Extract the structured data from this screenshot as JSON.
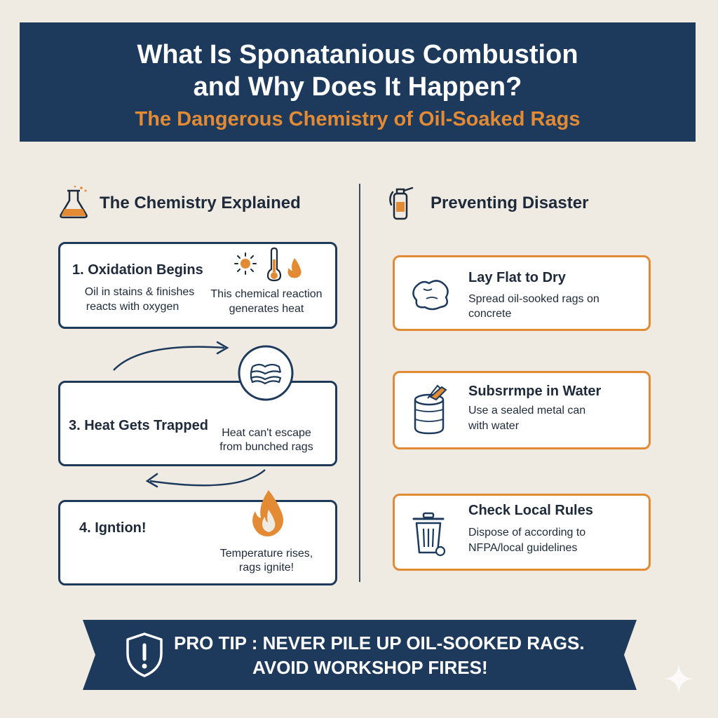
{
  "header": {
    "title_line1": "What Is Sponataniоus Combustion",
    "title_line2": "and Why Does It Happen?",
    "subtitle": "The Dangerous Chemistry of Oil-Soaked Rags"
  },
  "left": {
    "title": "The Chemistry Explained",
    "icon": "flask-icon",
    "step1": {
      "title": "1. Oxidation Begins",
      "left_text": [
        "Oil in stains & finishes",
        "reacts with oxygen"
      ],
      "right_text": [
        "This chemical reaction",
        "generates heat"
      ],
      "icons": [
        "sun-icon",
        "thermometer-icon",
        "flame-icon"
      ]
    },
    "step3": {
      "title": "3. Heat Gets Trapped",
      "text": [
        "Heat can't escape",
        "from bunched rags"
      ],
      "icon": "rag-pile-icon"
    },
    "step4": {
      "title": "4. Igntion!",
      "text": [
        "Temperature rises,",
        "rags ignite!"
      ],
      "icon": "flame-icon"
    }
  },
  "right": {
    "title": "Preventing Disaster",
    "icon": "fire-extinguisher-icon",
    "tips": [
      {
        "title": "Lay Flat to Dry",
        "text": [
          "Spread oil-sooked rags on",
          "concrete"
        ],
        "icon": "rag-icon"
      },
      {
        "title": "Subsrrmpe in Water",
        "text": [
          "Use a sealed metal can",
          "with water"
        ],
        "icon": "metal-can-icon"
      },
      {
        "title": "Check Local Rules",
        "text": [
          "Dispose of according to",
          "NFPA/local guidelines"
        ],
        "icon": "trash-can-icon"
      }
    ]
  },
  "banner": {
    "line1": "PRO TIP  : NEVER PILE UP OIL-SOOKED RAGS.",
    "line2": "AVOID WORKSHOP FIRES!",
    "icon": "shield-alert-icon"
  },
  "colors": {
    "navy": "#1d3a5c",
    "orange": "#e38a34",
    "background": "#efebe3"
  }
}
